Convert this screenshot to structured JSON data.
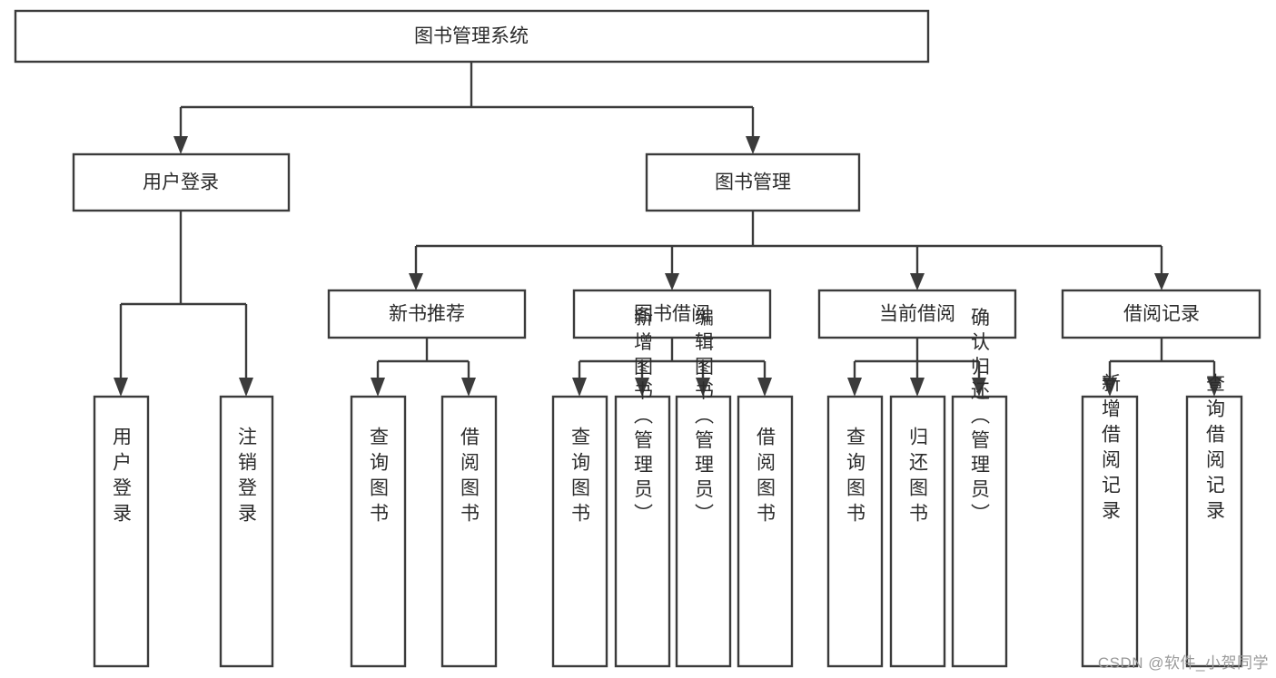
{
  "diagram": {
    "type": "tree",
    "title": "图书管理系统",
    "watermark": "CSDN @软件_小贺同学",
    "colors": {
      "box_stroke": "#3b3b3b",
      "box_fill": "#ffffff",
      "text": "#2b2b2b",
      "background": "#ffffff",
      "watermark": "#9a9a9a"
    },
    "levels": {
      "root": "图书管理系统",
      "level2": [
        "用户登录",
        "图书管理"
      ],
      "level3": [
        "新书推荐",
        "图书借阅",
        "当前借阅",
        "借阅记录"
      ]
    },
    "nodes": {
      "root": {
        "label": "图书管理系统"
      },
      "user_login": {
        "label": "用户登录"
      },
      "book_manage": {
        "label": "图书管理"
      },
      "new_book_rec": {
        "label": "新书推荐"
      },
      "book_borrow": {
        "label": "图书借阅"
      },
      "current_borrow": {
        "label": "当前借阅"
      },
      "borrow_record": {
        "label": "借阅记录"
      },
      "leaf_user_login": {
        "label": "用户登录"
      },
      "leaf_user_logout": {
        "label": "注销登录"
      },
      "leaf_rec_query": {
        "label": "查询图书"
      },
      "leaf_rec_borrow": {
        "label": "借阅图书"
      },
      "leaf_borrow_query": {
        "label": "查询图书"
      },
      "leaf_borrow_add": {
        "label": "新增图书（管理员）"
      },
      "leaf_borrow_edit": {
        "label": "编辑图书（管理员）"
      },
      "leaf_borrow_lend": {
        "label": "借阅图书"
      },
      "leaf_cur_query": {
        "label": "查询图书"
      },
      "leaf_cur_return": {
        "label": "归还图书"
      },
      "leaf_cur_confirm": {
        "label": "确认归还（管理员）"
      },
      "leaf_rcd_add": {
        "label": "新增借阅记录"
      },
      "leaf_rcd_query": {
        "label": "查询借阅记录"
      }
    }
  }
}
